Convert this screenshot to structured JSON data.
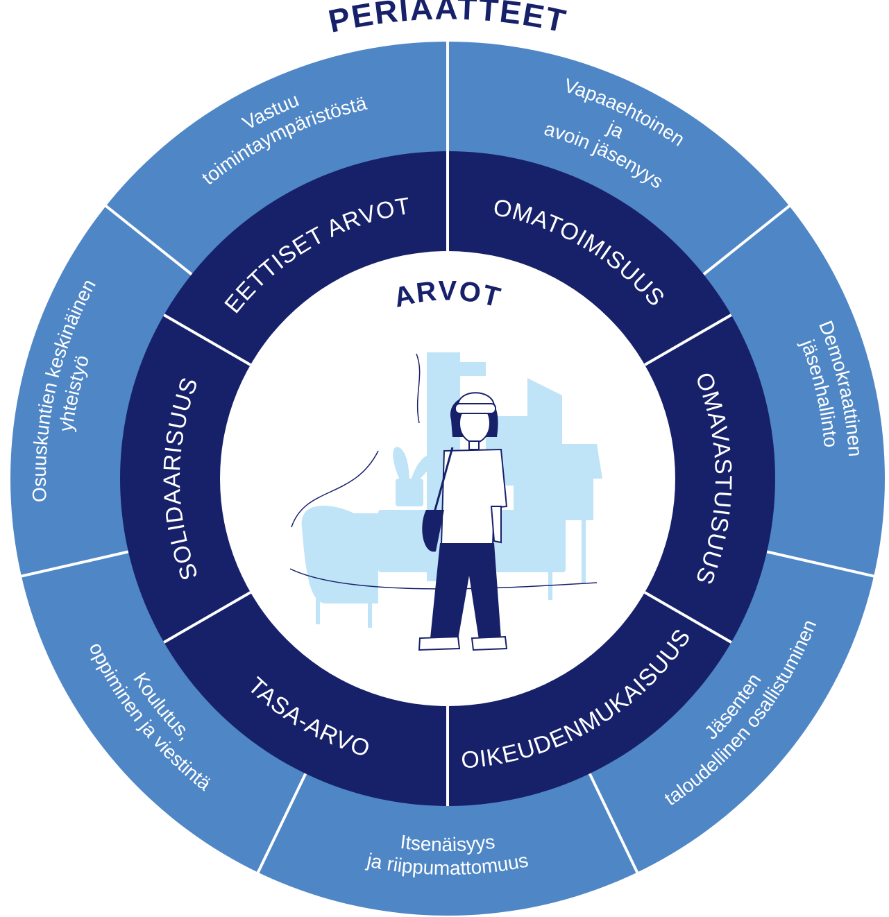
{
  "title": "PERIAATTEET",
  "center_title": "ARVOT",
  "colors": {
    "outer_ring": "#4f86c6",
    "inner_ring": "#17216a",
    "center": "#ffffff",
    "light_blue": "#bfe3f7",
    "divider": "#ffffff"
  },
  "principles": [
    {
      "lines": [
        "Vapaaehtoinen",
        "ja",
        "avoin jäsenyys"
      ]
    },
    {
      "lines": [
        "Demokraattinen",
        "jäsenhallinto"
      ]
    },
    {
      "lines": [
        "Jäsenten",
        "taloudellinen osallistuminen"
      ]
    },
    {
      "lines": [
        "Itsenäisyys",
        "ja riippumattomuus"
      ]
    },
    {
      "lines": [
        "Koulutus,",
        "oppiminen ja viestintä"
      ]
    },
    {
      "lines": [
        "Osuuskuntien keskinäinen",
        "yhteistyö"
      ]
    },
    {
      "lines": [
        "Vastuu",
        "toimintaympäristöstä"
      ]
    }
  ],
  "values": [
    {
      "label": "OMATOIMISUUS"
    },
    {
      "label": "OMAVASTUISUUS"
    },
    {
      "label": "OIKEUDENMUKAISUUS"
    },
    {
      "label": "TASA-ARVO"
    },
    {
      "label": "SOLIDAARISUUS"
    },
    {
      "label": "EETTISET ARVOT"
    }
  ],
  "illustration": {
    "icon": "person-with-furniture-illustration"
  }
}
